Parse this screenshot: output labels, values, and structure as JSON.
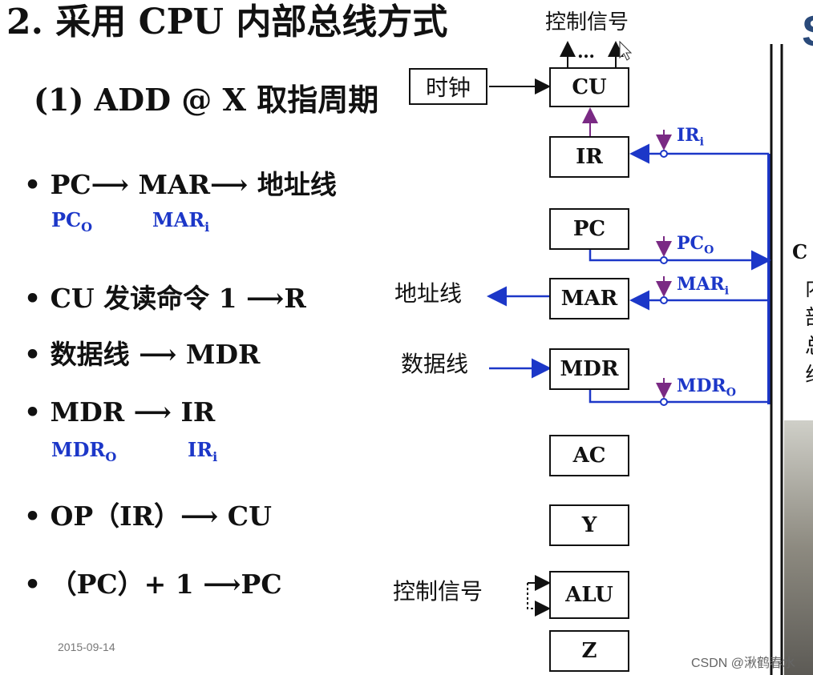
{
  "title": "2. 采用 CPU 内部总线方式",
  "subtitle": "(1) ADD @ X 取指周期",
  "steps": [
    {
      "text": "• PC⟶ MAR⟶ 地址线"
    },
    {
      "text": "• CU 发读命令 1 ⟶R"
    },
    {
      "text": "• 数据线 ⟶ MDR"
    },
    {
      "text": "• MDR ⟶ IR"
    },
    {
      "text": "• OP（IR）⟶ CU"
    },
    {
      "text": "• （PC）+ 1 ⟶PC"
    }
  ],
  "signals_left": {
    "pc_o": {
      "base": "PC",
      "sub": "O"
    },
    "mar_i": {
      "base": "MAR",
      "sub": "i"
    },
    "mdr_o": {
      "base": "MDR",
      "sub": "O"
    },
    "ir_i": {
      "base": "IR",
      "sub": "i"
    }
  },
  "diagram": {
    "top_label": "控制信号",
    "dots": "…",
    "clock": "时钟",
    "regs": {
      "cu": "CU",
      "ir": "IR",
      "pc": "PC",
      "mar": "MAR",
      "mdr": "MDR",
      "ac": "AC",
      "y": "Y",
      "alu": "ALU",
      "z": "Z"
    },
    "address_line": "地址线",
    "data_line": "数据线",
    "ctrl_signal": "控制信号",
    "bus_signals": {
      "ir_i": {
        "base": "IR",
        "sub": "i"
      },
      "pc_o": {
        "base": "PC",
        "sub": "O"
      },
      "mar_i": {
        "base": "MAR",
        "sub": "i"
      },
      "mdr_o": {
        "base": "MDR",
        "sub": "O"
      }
    }
  },
  "right_edge": {
    "s": "S",
    "c": "C",
    "chars": [
      "内",
      "部",
      "总",
      "线"
    ]
  },
  "date": "2015-09-14",
  "watermark": "CSDN @湫鹤春水",
  "colors": {
    "bus": "#1c37c8",
    "purple": "#7a2a84"
  }
}
